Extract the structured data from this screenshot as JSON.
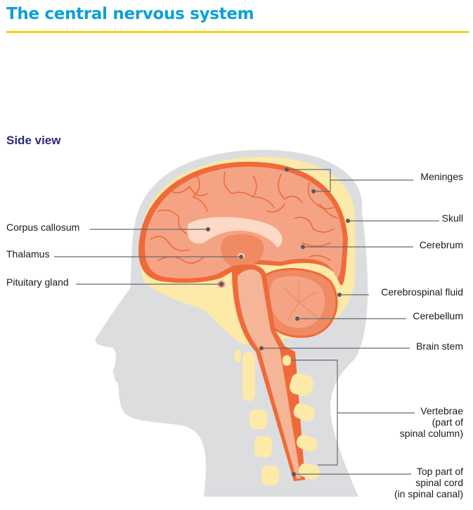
{
  "header": {
    "title": "The central nervous system",
    "rule_color": "#f9d20a",
    "title_color": "#0a9fd8"
  },
  "section": {
    "subtitle": "Side view"
  },
  "labels": {
    "left": [
      {
        "id": "corpus-callosum",
        "text": "Corpus callosum"
      },
      {
        "id": "thalamus",
        "text": "Thalamus"
      },
      {
        "id": "pituitary-gland",
        "text": "Pituitary gland"
      }
    ],
    "right": [
      {
        "id": "meninges",
        "text": "Meninges"
      },
      {
        "id": "skull",
        "text": "Skull"
      },
      {
        "id": "cerebrum",
        "text": "Cerebrum"
      },
      {
        "id": "cerebrospinal-fluid",
        "text": "Cerebrospinal fluid"
      },
      {
        "id": "cerebellum",
        "text": "Cerebellum"
      },
      {
        "id": "brain-stem",
        "text": "Brain stem"
      },
      {
        "id": "vertebrae",
        "lines": [
          "Vertebrae",
          "(part of",
          "spinal column)"
        ]
      },
      {
        "id": "spinal-cord",
        "lines": [
          "Top part of",
          "spinal cord",
          "(in spinal canal)"
        ]
      }
    ]
  },
  "colors": {
    "head": "#dcdddf",
    "bone": "#fde9a8",
    "brain": "#f5a385",
    "brain_dark": "#ef6a3a",
    "corpus": "#fdd9c8",
    "leader": "#666a6e"
  }
}
